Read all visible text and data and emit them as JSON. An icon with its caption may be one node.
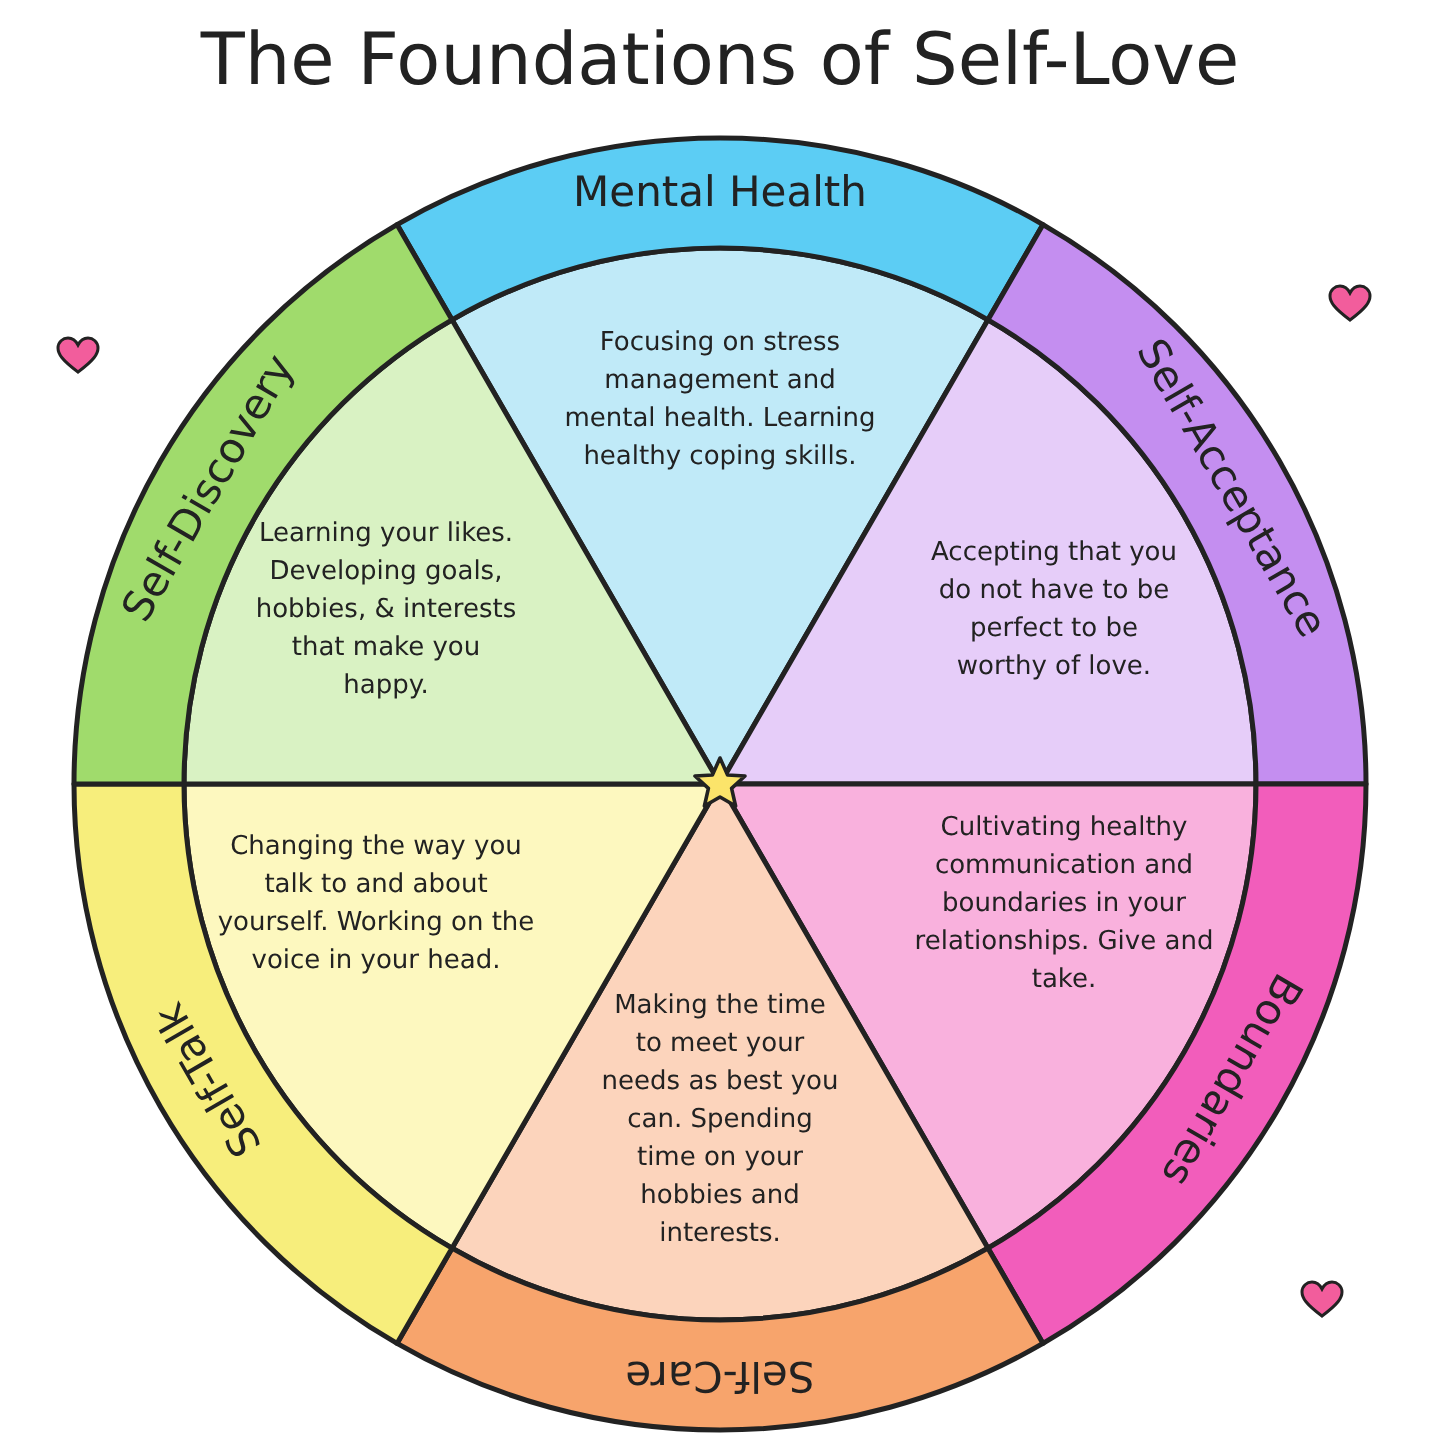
{
  "diagram": {
    "title": "The Foundations of Self-Love",
    "nodes": [
      {
        "text": [
          "Mental Health",
          "Focusing on stress management and mental health. Learning healthy coping skills."
        ]
      },
      {
        "text": [
          "Self-Acceptance",
          "Accepting that you do not have to be perfect to be worthy of love."
        ]
      },
      {
        "text": [
          "Boundaries",
          "Cultivating healthy communication and boundaries in your relationships. Give and take."
        ]
      },
      {
        "text": [
          "Self-Care",
          "Making the time to meet your needs as best you can. Spending time on your hobbies and interests."
        ]
      },
      {
        "text": [
          "Self-Talk",
          "Changing the way you talk to and about yourself. Working on the voice in your head."
        ]
      },
      {
        "text": [
          "Self-Discovery",
          "Learning your likes. Developing goals, hobbies, & interests that make you happy."
        ]
      }
    ]
  }
}
